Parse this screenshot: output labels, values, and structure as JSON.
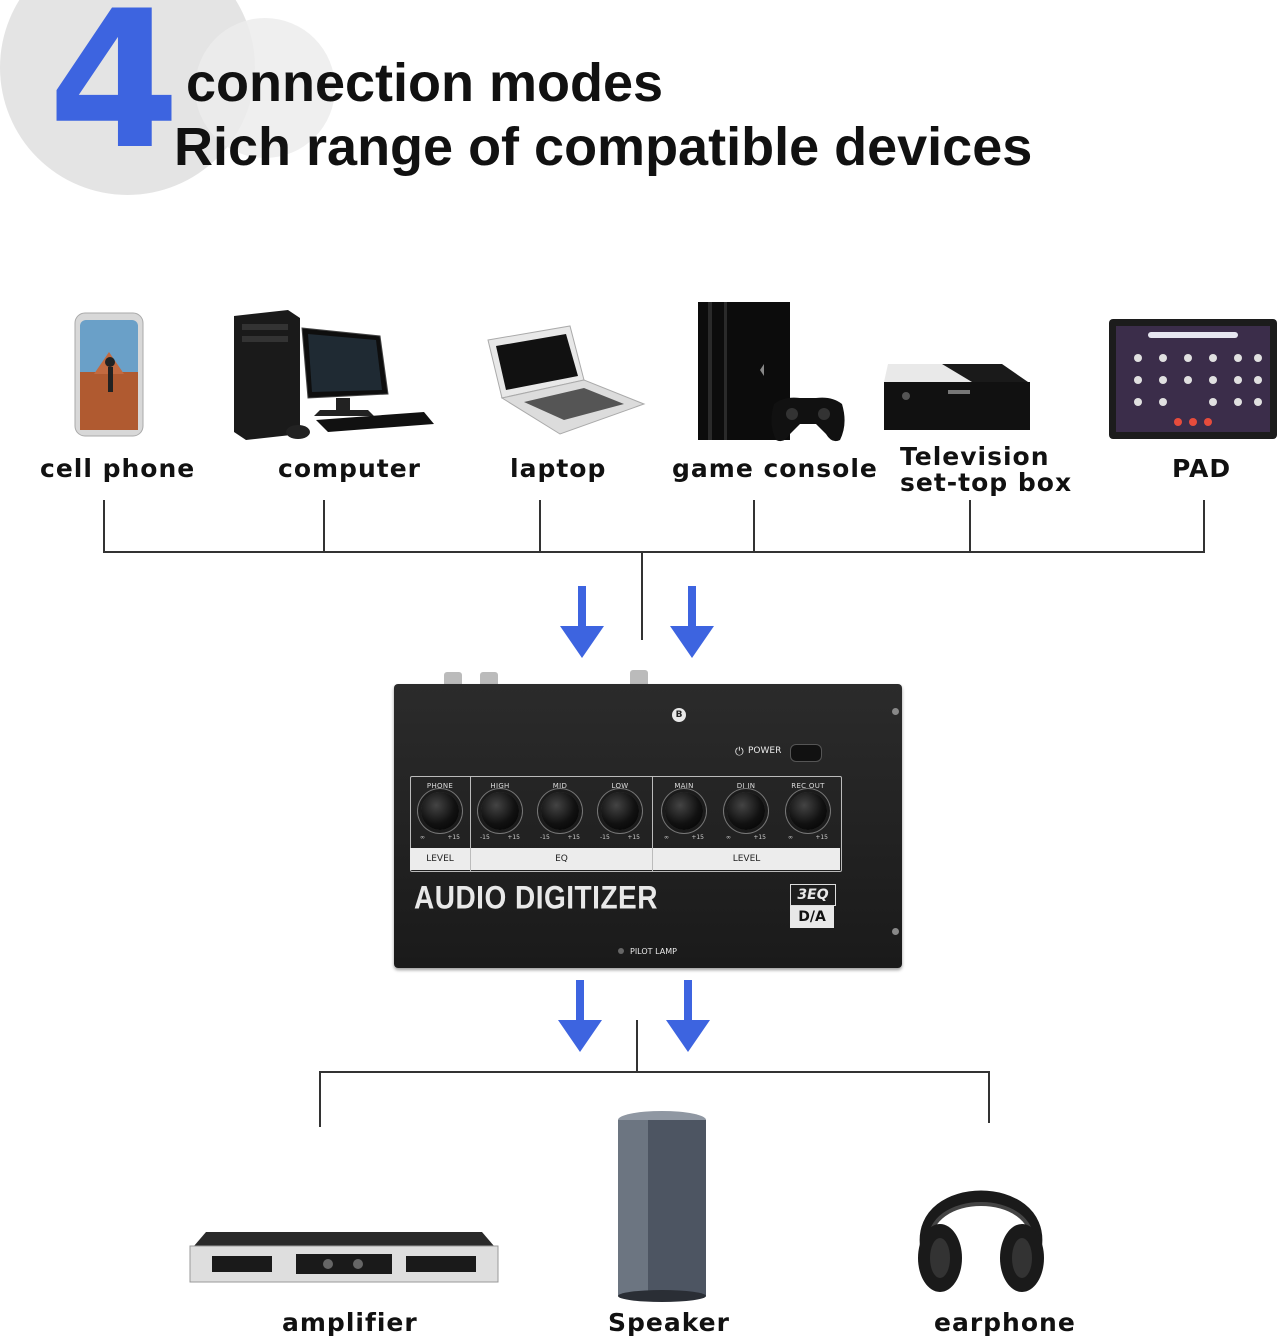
{
  "headline": {
    "number": "4",
    "line1": "connection modes",
    "line2": "Rich range of compatible devices"
  },
  "accent_color": "#3d64e0",
  "sources": [
    {
      "label": "cell phone",
      "icon": "cell-phone-icon"
    },
    {
      "label": "computer",
      "icon": "computer-icon"
    },
    {
      "label": "laptop",
      "icon": "laptop-icon"
    },
    {
      "label": "game console",
      "icon": "game-console-icon"
    },
    {
      "label": "Television\nset-top box",
      "icon": "set-top-box-icon"
    },
    {
      "label": "PAD",
      "icon": "tablet-icon"
    }
  ],
  "device": {
    "name": "AUDIO DIGITIZER",
    "badge_top": "3EQ",
    "badge_bottom": "D/A",
    "power_label": "POWER",
    "pilot_lamp_label": "PILOT LAMP",
    "bluetooth_symbol": "B",
    "knobs": [
      {
        "label": "PHONE",
        "min": "∞",
        "max": "+15"
      },
      {
        "label": "HIGH",
        "min": "-15",
        "max": "+15"
      },
      {
        "label": "MID",
        "min": "-15",
        "max": "+15"
      },
      {
        "label": "LOW",
        "min": "-15",
        "max": "+15"
      },
      {
        "label": "MAIN",
        "min": "∞",
        "max": "+15"
      },
      {
        "label": "DI IN",
        "min": "∞",
        "max": "+15"
      },
      {
        "label": "REC OUT",
        "min": "∞",
        "max": "+15"
      }
    ],
    "groups": [
      "LEVEL",
      "EQ",
      "LEVEL"
    ]
  },
  "outputs": [
    {
      "label": "amplifier",
      "icon": "amplifier-icon"
    },
    {
      "label": "Speaker",
      "icon": "speaker-icon"
    },
    {
      "label": "earphone",
      "icon": "headphones-icon"
    }
  ]
}
